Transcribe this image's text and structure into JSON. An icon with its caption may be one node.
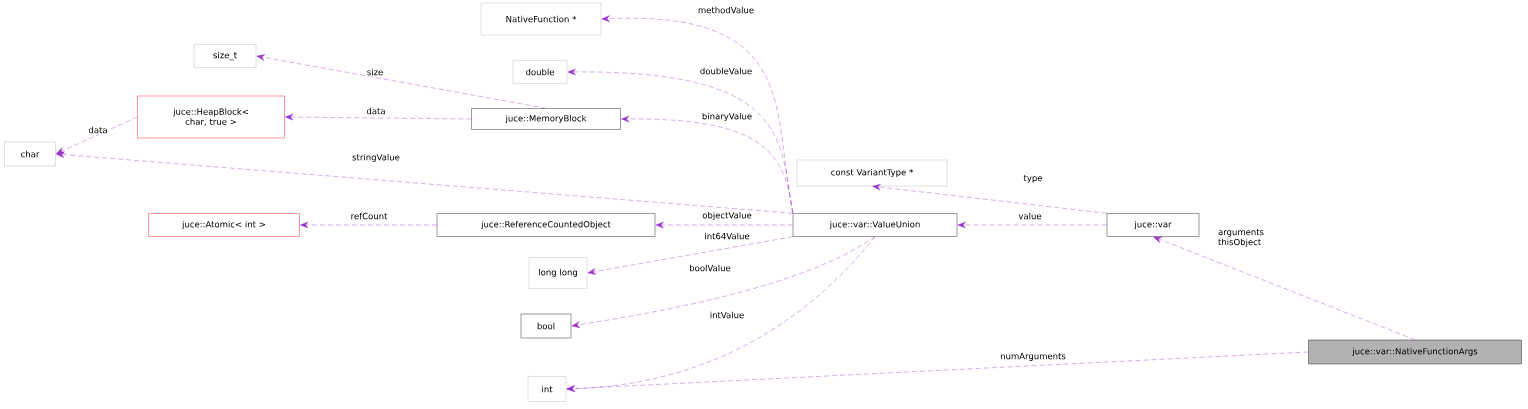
{
  "diagram": {
    "nodes": [
      {
        "text": [
          "NativeFunction *"
        ]
      },
      {
        "text": [
          "double"
        ]
      },
      {
        "text": [
          "size_t"
        ]
      },
      {
        "text": [
          "juce::HeapBlock< char, true >"
        ]
      },
      {
        "text": [
          "juce::MemoryBlock"
        ]
      },
      {
        "text": [
          "char"
        ]
      },
      {
        "text": [
          "const VariantType *"
        ]
      },
      {
        "text": [
          "juce::Atomic< int >"
        ]
      },
      {
        "text": [
          "juce::ReferenceCountedObject"
        ]
      },
      {
        "text": [
          "juce::var::ValueUnion"
        ]
      },
      {
        "text": [
          "juce::var"
        ]
      },
      {
        "text": [
          "long long"
        ]
      },
      {
        "text": [
          "bool"
        ]
      },
      {
        "text": [
          "int"
        ]
      },
      {
        "text": [
          "juce::var::NativeFunctionArgs"
        ]
      }
    ],
    "edges": [
      {
        "from": 4,
        "to": 2,
        "arrow": "to",
        "label": "size"
      },
      {
        "from": 3,
        "to": 5,
        "arrow": "to",
        "label": "data"
      },
      {
        "from": 4,
        "to": 3,
        "arrow": "to",
        "label": "data"
      },
      {
        "from": 9,
        "to": 0,
        "arrow": "to",
        "label": "methodValue"
      },
      {
        "from": 9,
        "to": 1,
        "arrow": "to",
        "label": "doubleValue"
      },
      {
        "from": 9,
        "to": 4,
        "arrow": "to",
        "label": "binaryValue"
      },
      {
        "from": 9,
        "to": 5,
        "arrow": "to",
        "label": "stringValue"
      },
      {
        "from": 10,
        "to": 6,
        "arrow": "to",
        "label": "type"
      },
      {
        "from": 8,
        "to": 7,
        "arrow": "to",
        "label": "refCount"
      },
      {
        "from": 9,
        "to": 8,
        "arrow": "to",
        "label": "objectValue"
      },
      {
        "from": 10,
        "to": 9,
        "arrow": "to",
        "label": "value"
      },
      {
        "from": 9,
        "to": 11,
        "arrow": "to",
        "label": "int64Value"
      },
      {
        "from": 9,
        "to": 12,
        "arrow": "to",
        "label": "boolValue"
      },
      {
        "from": 9,
        "to": 13,
        "arrow": "to",
        "label": "intValue"
      },
      {
        "from": 14,
        "to": 10,
        "arrow": "to",
        "label": "arguments thisObject"
      },
      {
        "from": 14,
        "to": 13,
        "arrow": "to",
        "label": "numArguments"
      }
    ]
  }
}
